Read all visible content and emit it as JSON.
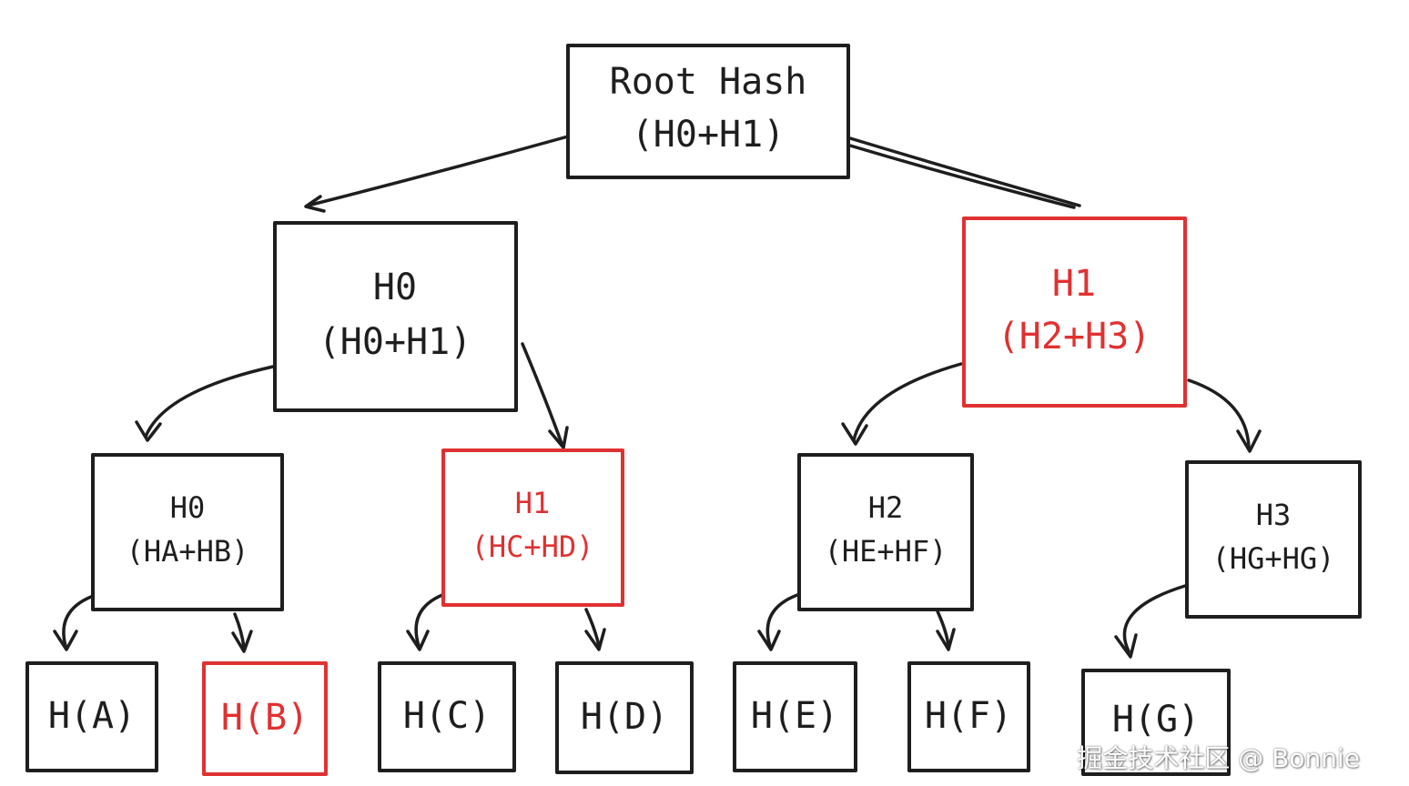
{
  "colors": {
    "default": "#1e1e1e",
    "highlight": "#e03131"
  },
  "nodes": {
    "root": {
      "line1": "Root Hash",
      "line2": "(H0+H1)",
      "highlighted": false
    },
    "h0_top": {
      "line1": "H0",
      "line2": "(H0+H1)",
      "highlighted": false
    },
    "h1_top": {
      "line1": "H1",
      "line2": "(H2+H3)",
      "highlighted": true
    },
    "h0_mid": {
      "line1": "H0",
      "line2": "(HA+HB)",
      "highlighted": false
    },
    "h1_mid": {
      "line1": "H1",
      "line2": "(HC+HD)",
      "highlighted": true
    },
    "h2_mid": {
      "line1": "H2",
      "line2": "(HE+HF)",
      "highlighted": false
    },
    "h3_mid": {
      "line1": "H3",
      "line2": "(HG+HG)",
      "highlighted": false
    },
    "leaf_a": {
      "line1": "H(A)",
      "highlighted": false
    },
    "leaf_b": {
      "line1": "H(B)",
      "highlighted": true
    },
    "leaf_c": {
      "line1": "H(C)",
      "highlighted": false
    },
    "leaf_d": {
      "line1": "H(D)",
      "highlighted": false
    },
    "leaf_e": {
      "line1": "H(E)",
      "highlighted": false
    },
    "leaf_f": {
      "line1": "H(F)",
      "highlighted": false
    },
    "leaf_g": {
      "line1": "H(G)",
      "highlighted": false
    }
  },
  "watermark": "掘金技术社区 @ Bonnie"
}
